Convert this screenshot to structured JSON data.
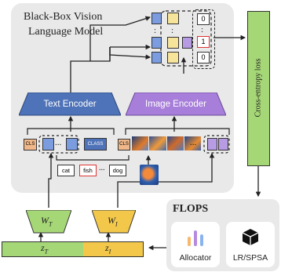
{
  "vlm_panel": {
    "title_line1": "Black-Box Vision",
    "title_line2": "Language Model"
  },
  "encoders": {
    "text": "Text Encoder",
    "image": "Image Encoder"
  },
  "text_input": {
    "cls": "CLS",
    "class_token": "CLASS",
    "ellipsis": "...",
    "words": [
      "cat",
      "fish",
      "...",
      "dog"
    ],
    "highlighted_word": "fish"
  },
  "image_input": {
    "cls": "CLS",
    "ellipsis": "..."
  },
  "similarity": {
    "scores": [
      "0",
      "1",
      "0"
    ],
    "dots": ":"
  },
  "loss": {
    "label": "Cross-entropy loss"
  },
  "weights": {
    "text": "W",
    "text_sub": "T",
    "image": "W",
    "image_sub": "I"
  },
  "prompt_vector": {
    "text": "z",
    "text_sub": "T",
    "image": "z",
    "image_sub": "I"
  },
  "flops": {
    "title": "FLOPS",
    "allocator": "Allocator",
    "optimizer": "LR/SPSA"
  },
  "colors": {
    "blue_token": "#7b9de0",
    "purple_token": "#b79be3",
    "yellow_token": "#f6e49a",
    "encoder_blue": "#4f73b8",
    "encoder_purple": "#a77ed9",
    "green": "#a6d776",
    "yellow": "#f3c84a",
    "panel_gray": "#e8e8e8",
    "cls_orange": "#f0b88a"
  }
}
